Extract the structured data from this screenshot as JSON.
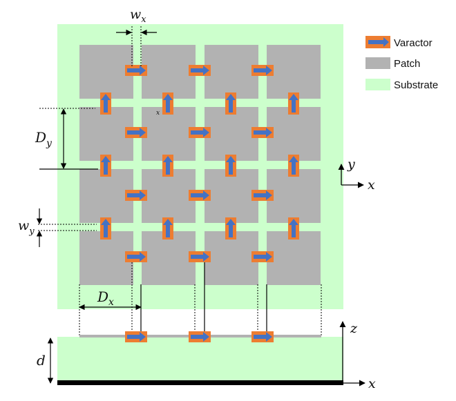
{
  "legend": {
    "varactor": "Varactor",
    "patch": "Patch",
    "substrate": "Substrate"
  },
  "labels": {
    "wx_base": "w",
    "wx_sub": "x",
    "wy_base": "w",
    "wy_sub": "y",
    "Dx_base": "D",
    "Dx_sub": "x",
    "Dy_base": "D",
    "Dy_sub": "y",
    "d": "d",
    "small_x": "x"
  },
  "axes_top": {
    "y": "y",
    "x": "x"
  },
  "axes_side": {
    "z": "z",
    "x": "x"
  },
  "colors": {
    "substrate": "#ccffcc",
    "patch": "#b2b2b2",
    "varactor_border": "#ed7d31",
    "varactor_fill": "#4472c4",
    "ground": "#000000"
  }
}
